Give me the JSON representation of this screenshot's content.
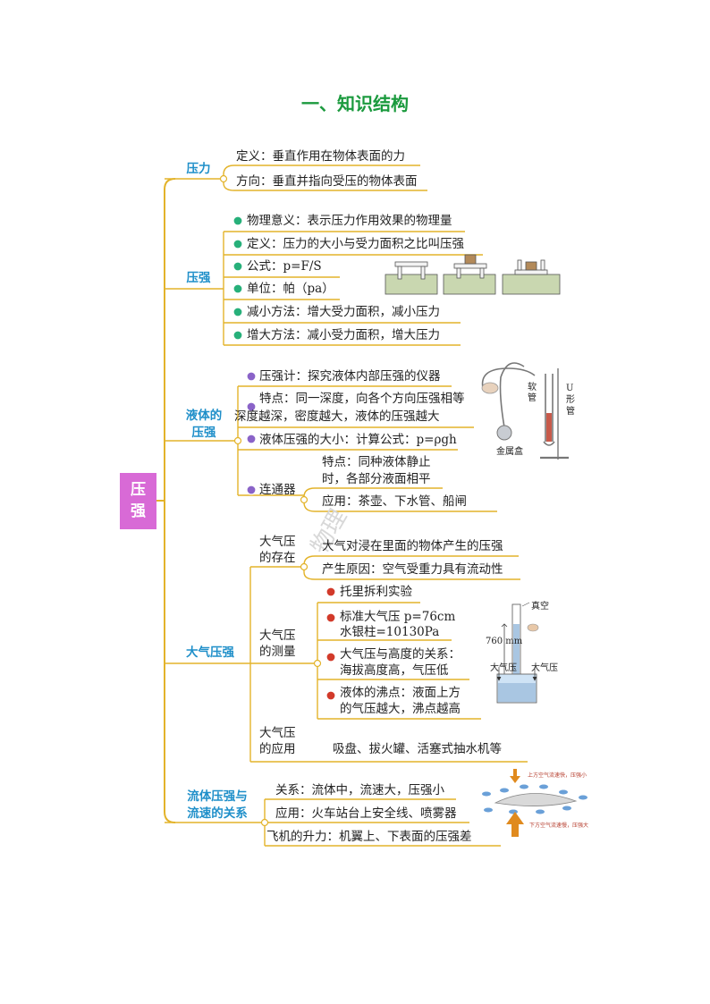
{
  "title": "一、知识结构",
  "root": "压强",
  "watermark": "物理",
  "branches": {
    "pressure_force": {
      "label": "压力",
      "items": [
        "定义：垂直作用在物体表面的力",
        "方向：垂直并指向受压的物体表面"
      ]
    },
    "pressure": {
      "label": "压强",
      "items": [
        "物理意义：表示压力作用效果的物理量",
        "定义：压力的大小与受力面积之比叫压强",
        "公式：p=F/S",
        "单位：帕（pa）",
        "减小方法：增大受力面积，减小压力",
        "增大方法：减小受力面积，增大压力"
      ]
    },
    "liquid": {
      "label": "液体的压强",
      "label_lines": [
        "液体的",
        "压强"
      ],
      "gauge": "压强计：探究液体内部压强的仪器",
      "feature_line1": "特点：同一深度，向各个方向压强相等",
      "feature_line2": "深度越深，密度越大，液体的压强越大",
      "size": "液体压强的大小：计算公式：p=ρgh",
      "connector": "连通器",
      "connector_feature_line1": "特点：同种液体静止",
      "connector_feature_line2": "时，各部分液面相平",
      "connector_application": "应用：茶壶、下水管、船闸",
      "fig_soft_tube": "软管",
      "fig_u_tube": "U形管",
      "fig_metal_box": "金属盒"
    },
    "atmosphere": {
      "label": "大气压强",
      "existence_line1": "大气压",
      "existence_line2": "的存在",
      "existence_items": [
        "大气对浸在里面的物体产生的压强",
        "产生原因：空气受重力具有流动性"
      ],
      "measure_line1": "大气压",
      "measure_line2": "的测量",
      "torricelli": "托里拆利实验",
      "standard_line1": "标准大气压 p=76cm",
      "standard_line2": "水银柱=10130Pa",
      "height_line1": "大气压与高度的关系：",
      "height_line2": "海拔高度高，气压低",
      "boiling_line1": "液体的沸点：液面上方",
      "boiling_line2": "的气压越大，沸点越高",
      "application_line1": "大气压",
      "application_line2": "的应用",
      "application_text": "吸盘、拔火罐、活塞式抽水机等",
      "fig_vacuum": "真空",
      "fig_760": "760 mm",
      "fig_atm_left": "大气压",
      "fig_atm_right": "大气压"
    },
    "fluid": {
      "label": "流体压强与流速的关系",
      "label_lines": [
        "流体压强与",
        "流速的关系"
      ],
      "items": [
        "关系：流体中，流速大，压强小",
        "应用：火车站台上安全线、喷雾器",
        "飞机的升力：机翼上、下表面的压强差"
      ],
      "fig_top": "上方空气流速快，压强小",
      "fig_bottom": "下方空气流速慢，压强大"
    }
  },
  "colors": {
    "title": "#1b9a3e",
    "branch_label": "#1f8fc9",
    "root_bg": "#d86ad6",
    "line": "#e3b32a",
    "bullet_green": "#27b07a",
    "bullet_purple": "#8a63c8",
    "bullet_red": "#d23a2a"
  },
  "icons": [
    "bullet-dot-icon",
    "beaker-figure",
    "u-tube-figure",
    "torricelli-figure",
    "airfoil-figure"
  ]
}
